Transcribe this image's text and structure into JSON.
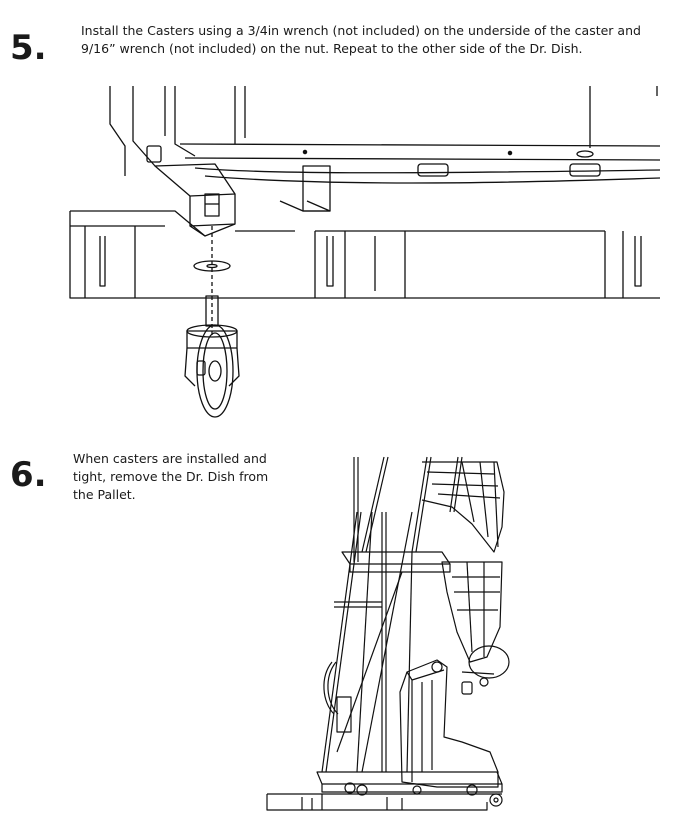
{
  "steps": [
    {
      "number": "5.",
      "text": "Install the Casters using a 3/4in wrench (not included) on the underside of the caster and 9/16” wrench (not included) on the nut. Repeat to the other side of the Dr. Dish."
    },
    {
      "number": "6.",
      "text": "When casters are installed and tight, remove the Dr. Dish from the Pallet."
    }
  ]
}
